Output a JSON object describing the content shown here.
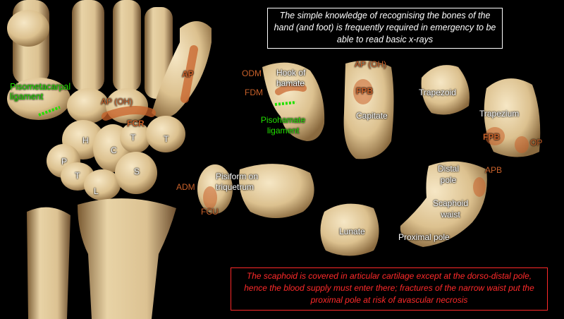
{
  "notes": {
    "top_text": "The simple knowledge of recognising the bones of the hand (and foot) is frequently  required in emergency to be able to read basic x-rays",
    "bottom_text": "The scaphoid is covered in articular cartilage except at the dorso-distal pole, hence the blood supply must enter there; fractures of the narrow waist put the proximal pole at risk of avascular necrosis"
  },
  "wrist_labels": {
    "pisometacarpal": "Pisometacarpal ligament",
    "ap_oh": "AP (OH)",
    "ap": "AP",
    "fcr": "FCR",
    "h": "H",
    "c": "C",
    "t1": "T",
    "t2": "T",
    "p": "P",
    "t3": "T",
    "l": "L",
    "s": "S"
  },
  "bone_labels": {
    "odm": "ODM",
    "fdm": "FDM",
    "hook_of_hamate": "Hook of hamate",
    "pisohamate": "Pisohamate ligament",
    "ap_oh": "AP (OH)",
    "fpb_capitate": "FPB",
    "capitate": "Capitate",
    "trapezoid": "Trapezoid",
    "trapezium": "Trapezium",
    "fpb_trapezium": "FPB",
    "op": "OP",
    "apb": "APB",
    "adm": "ADM",
    "pisiform": "Pisiform on triquetrum",
    "fcu": "FCU",
    "distal_pole": "Distal pole",
    "scaphoid_waist": "Scaphoid waist",
    "lunate": "Lunate",
    "proximal_pole": "Proximal pole"
  },
  "colors": {
    "background": "#000000",
    "bone": "#e6d0a4",
    "muscle_marker": "#c8612a",
    "ligament": "#22e000",
    "warning": "#ff2a2a"
  }
}
